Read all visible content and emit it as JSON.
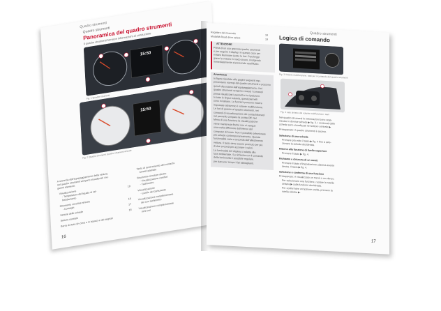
{
  "left": {
    "header": "Quadro strumenti",
    "section": "Quadro strumenti",
    "title": "Panoramica del quadro strumenti",
    "subtitle": "Il quadro strumenti fornisce informazioni al conducente",
    "fig1_caption": "Fig. 1 Quadro strumenti",
    "fig2_caption": "Fig. 2 Quadro strumenti: quadro strumenti virtuale",
    "display_time": "15:50",
    "display_time2": "15:50",
    "col1": [
      "A seconda dell'equipaggiamento della vettura,",
      "nel quadro strumenti vengono visualizzati i se-",
      "guenti elementi:",
      "Visualizzazione",
      "- Temperatura del liquido di raf-",
      "freddamento",
      "Strumento circolare sinistro",
      "- Contagiri",
      "Settore delle schede",
      "Settore centrale",
      "Barra di stato (in cima o in basso) e dei segnali"
    ],
    "col1_pages": [
      "19",
      "18",
      "17",
      "18"
    ],
    "col2": [
      "Tasto di azzeramento del contachi-",
      "lometri parziale",
      "Strumento circolare destro",
      "- Visualizzazione comfort",
      "- Tachimetro",
      "Visualizzazione",
      "- Livello del carburante",
      "Visualizzazione complementare",
      "dei con tachimetro",
      "Visualizzazione complementare",
      "richi con"
    ],
    "page_number": "16"
  },
  "right": {
    "header": "Quadro strumenti",
    "top_links": [
      "Regolare del cruscotto",
      "Modalità Road drive select"
    ],
    "top_pages": [
      "18",
      "19"
    ],
    "warning_title": "ATTENZIONE",
    "warning_text": [
      "Prima di un uso gravosa quadro strumenti",
      "e per seguire il display. In questo caso per",
      "evitare illuminare (sotto le luci. Parcheggi",
      "grave la vettura in modo sicuro, rivolgendo",
      "immediatamente al personale qualificato."
    ],
    "note_title": "Avvertenza",
    "note_text": [
      "In figure riportate alle pagine seguenti rap-",
      "presentano esempi del quadro strumenti e possono",
      "quindi discostarsi dall'equipaggiamento. Nel",
      "quadro strumenti vengono emessi i comandi",
      "prima visualizzati i pannelli e le ripetizioni.",
      "In tutte le lingue tuttavia, questi pannelli",
      "sono in italiano. Le funzioni possono essere",
      "impostate attraverso il volante multifunzione.",
      "Le luci di guasto al quadro strumenti, nei",
      "comandi di visualizzazione dei contachilometri",
      "nel pannello compare la scritta Off. Nel",
      "Menu di una funzione la visualizzazione",
      "viene mantenuta finché non si esegue",
      "una scelta differente dall'elenco del",
      "computer di bordo. Non è possibile selezionare",
      "più schede contemporaneamente. Questa",
      "funzionalità varia a seconda dell'allestimento",
      "vettura. Il tasto deve essere premuto per più",
      "di due secondi per azzerare i valori.",
      "La luminosità del display si adatta alla",
      "luce ambientale. Su richiesta con il comando",
      "della luminosità è possibile regolare.",
      "per dare per tempo i fari abbaglianti."
    ],
    "title": "Logica di comando",
    "fig3_caption": "Fig. 3 Volante multifunzione: tasti per il comando del quadro strumenti",
    "fig4_caption": "Fig. 4 Lato sinistro del volante multifunzione: tasti",
    "body": [
      "Nel quadro strumenti le informazioni sono orga-",
      "nizzate in diverse schede ▶ fig. 3. I contenuti delle",
      "schede sono visualizzati nel settore centrale ▶.",
      "Presupposto: il quadro strumenti è acceso."
    ],
    "sec1_title": "Selezione di una scheda",
    "sec1_text": [
      "Premere più volte il tasto ▶ fig. 4 fino a sele-",
      "zionare la scheda desiderata."
    ],
    "sec2_title": "Ritorno alla funzione di livello superiore",
    "sec2_text": [
      "Premere il tasto ▶ fig. 4."
    ],
    "sec3_title": "Richiamo e chiusura di un menù",
    "sec3_text": [
      "Premere il tasto d'impostazione sistema avente",
      "destra. Il tasto ▶ fig. 4."
    ],
    "sec4_title": "Selezione e conferma di una funzione",
    "sec4_text": [
      "Presupposto: è visualizzato un menù o un elenco.",
      "Per selezionare una funzione, ruotare la rotella",
      "sinistra ▶ sulla funzione desiderata.",
      "Per confermare un'opzione scelta, premere la",
      "rotella sinistra ▶."
    ],
    "page_number": "17"
  }
}
